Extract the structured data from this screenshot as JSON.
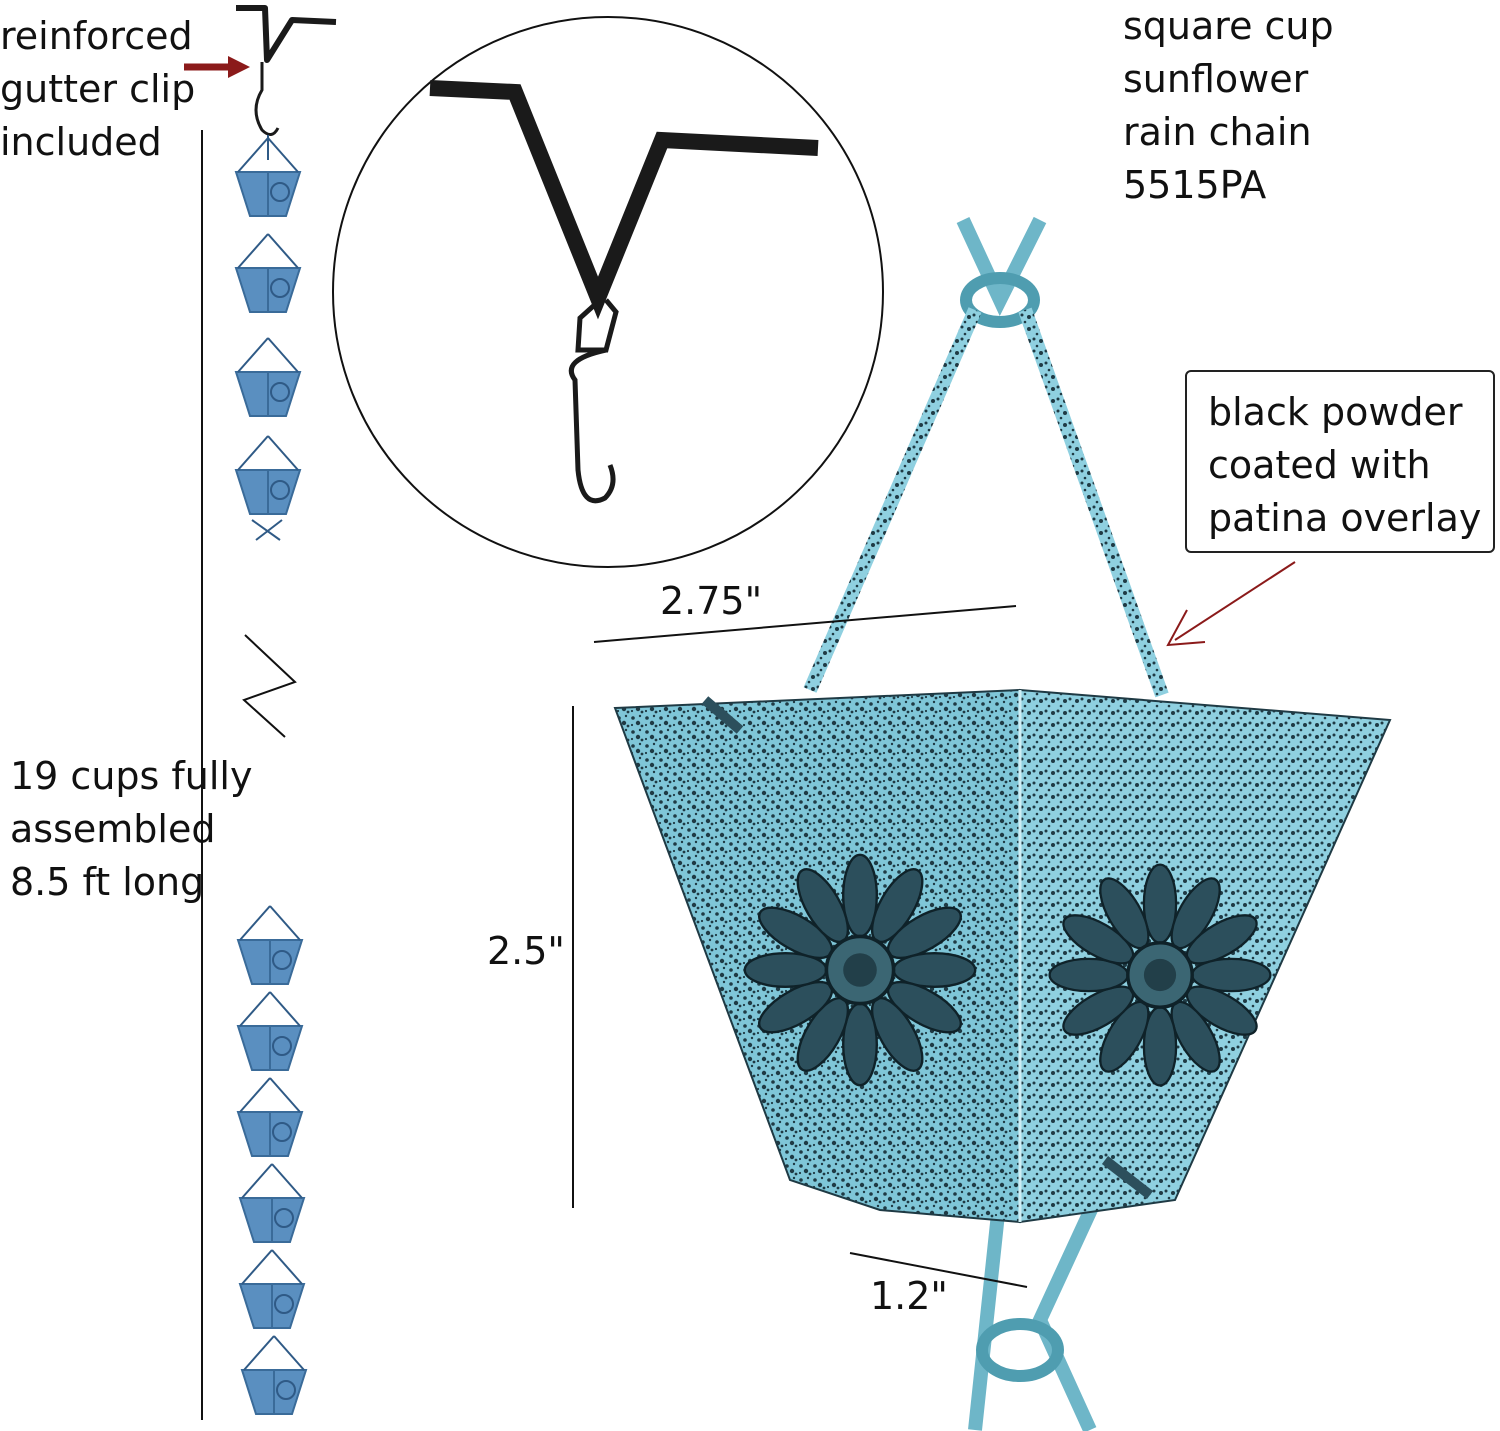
{
  "labels": {
    "gutter_clip": [
      "reinforced",
      "gutter clip",
      "included"
    ],
    "product_title": [
      "square cup",
      "sunflower",
      "rain chain",
      "5515PA"
    ],
    "finish": [
      "black powder",
      "coated with",
      "patina overlay"
    ],
    "chain_spec": [
      "19 cups fully",
      "assembled",
      "8.5 ft long"
    ]
  },
  "dimensions": {
    "top_width": "2.75\"",
    "height": "2.5\"",
    "bottom_width": "1.2\""
  },
  "colors": {
    "patina": "#7fc6d8",
    "patina_dark": "#1f3a44",
    "chain_cup_blue": "#5a8fc0",
    "arrow": "#8b1a1a",
    "clip": "#1a1a1a"
  }
}
